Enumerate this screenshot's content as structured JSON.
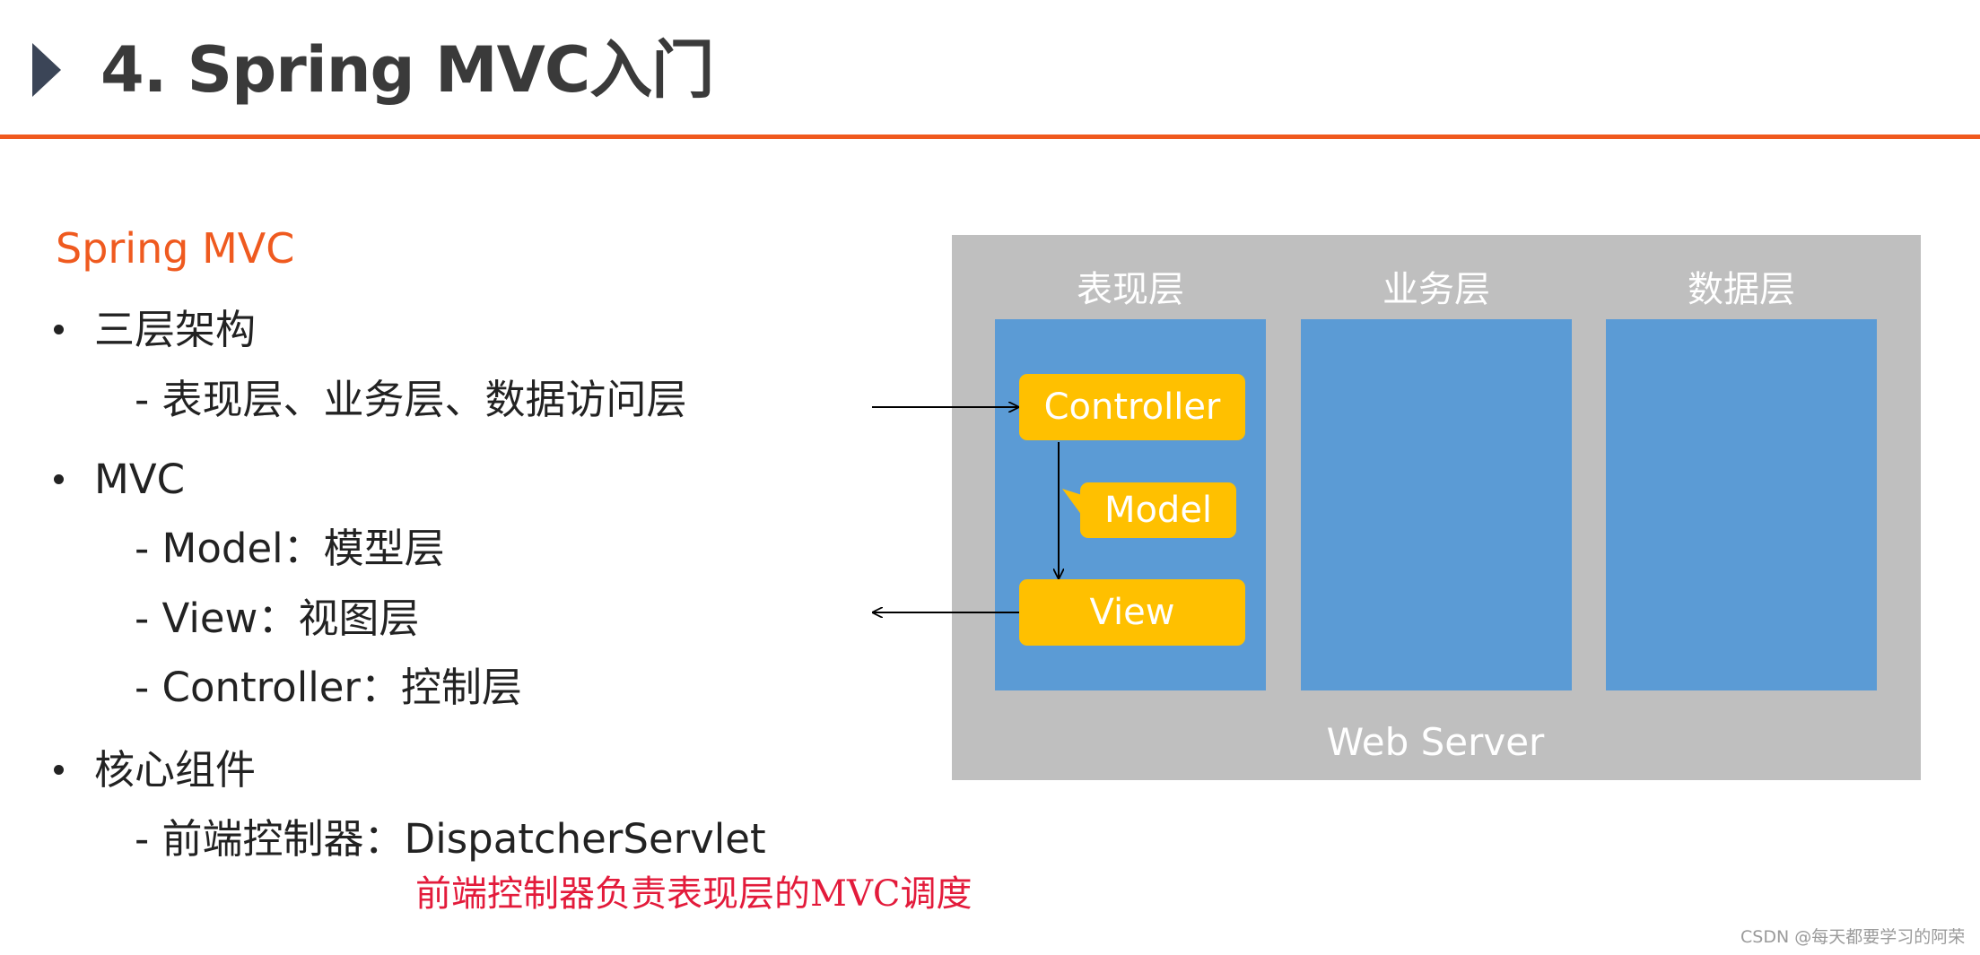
{
  "header": {
    "title": "4. Spring MVC入门"
  },
  "content": {
    "heading": "Spring MVC",
    "sections": [
      {
        "bullet": "三层架构",
        "items": [
          "-  表现层、业务层、数据访问层"
        ]
      },
      {
        "bullet": "MVC",
        "items": [
          "- Model：模型层",
          "- View：视图层",
          "-  Controller：控制层"
        ]
      },
      {
        "bullet": "核心组件",
        "items": [
          "- 前端控制器：DispatcherServlet"
        ]
      }
    ],
    "note": "前端控制器负责表现层的MVC调度"
  },
  "diagram": {
    "layers": [
      "表现层",
      "业务层",
      "数据层"
    ],
    "components": {
      "controller": "Controller",
      "model": "Model",
      "view": "View"
    },
    "server_label": "Web Server"
  },
  "watermark": "CSDN @每天都要学习的阿荣",
  "colors": {
    "accent": "#f0591e",
    "layer_blue": "#5b9bd5",
    "component_yellow": "#ffc000",
    "server_gray": "#bfbfbf",
    "note_red": "#e31b3b"
  }
}
